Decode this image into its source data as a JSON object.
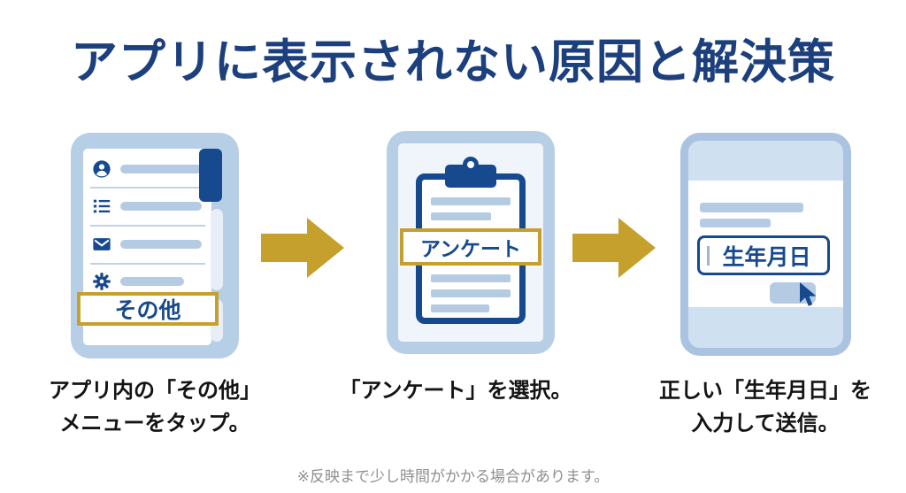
{
  "title": "アプリに表示されない原因と解決策",
  "footnote": "※反映まで少し時間がかかる場合があります。",
  "steps": [
    {
      "caption": [
        "アプリ内の「その他」",
        "メニューをタップ。"
      ],
      "device": {
        "type": "app-menu",
        "highlight_label": "その他",
        "menu_icons": [
          "user-icon",
          "list-icon",
          "mail-icon",
          "gear-icon"
        ]
      }
    },
    {
      "caption": [
        "「アンケート」を選択。"
      ],
      "device": {
        "type": "survey-clipboard",
        "highlight_label": "アンケート"
      }
    },
    {
      "caption": [
        "正しい「生年月日」を",
        "入力して送信。"
      ],
      "device": {
        "type": "birthdate-form",
        "highlight_label": "生年月日",
        "icons": [
          "text-cursor",
          "mouse-cursor-icon",
          "submit-button-shape"
        ]
      }
    }
  ],
  "colors": {
    "title_navy": "#1c3f7d",
    "illustration_navy": "#17498f",
    "frame_blue": "#b7cee7",
    "frame_border_blue": "#a9c3e0",
    "screen_blue": "#cfe0f0",
    "bar_blue": "#b5cbe4",
    "highlight_gold": "#c6a02d",
    "caption_black": "#141414",
    "footnote_gray": "#8f8f8f"
  }
}
